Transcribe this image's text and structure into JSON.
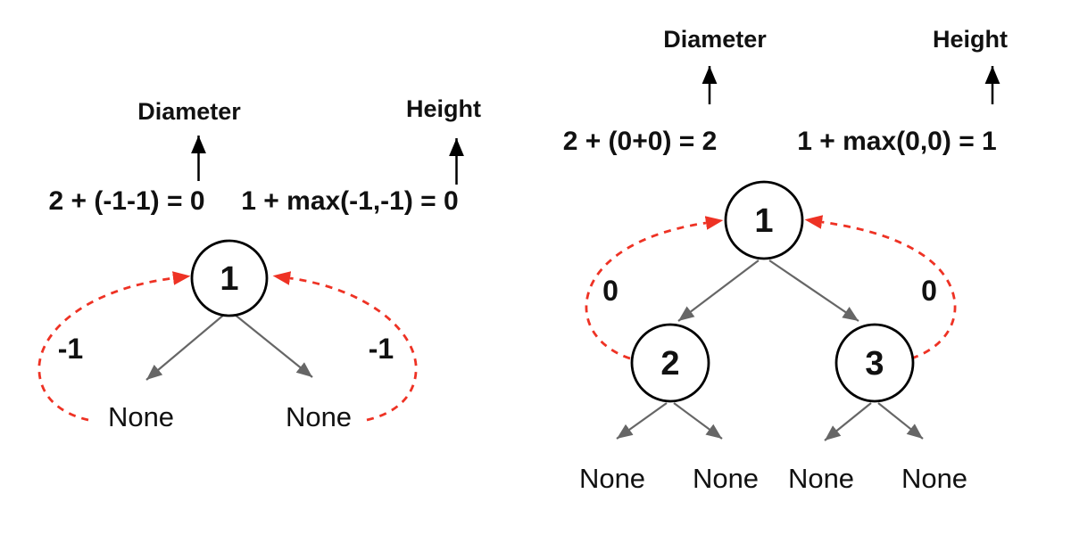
{
  "colors": {
    "formula_blue": "#2222DD",
    "highlight_red": "#EE3224",
    "edge_gray": "#666666",
    "ink_black": "#000000"
  },
  "left_figure": {
    "diameter_label": "Diameter",
    "height_label": "Height",
    "diameter_formula": "2 + (-1-1) = 0",
    "height_formula": "1 + max(-1,-1) = 0",
    "root_value": "1",
    "left_leaf": "None",
    "right_leaf": "None",
    "left_return_value": "-1",
    "right_return_value": "-1"
  },
  "right_figure": {
    "diameter_label": "Diameter",
    "height_label": "Height",
    "diameter_formula": "2 + (0+0) = 2",
    "height_formula": "1 + max(0,0) = 1",
    "root_value": "1",
    "left_child_value": "2",
    "right_child_value": "3",
    "left_return_value": "0",
    "right_return_value": "0",
    "leaves": [
      "None",
      "None",
      "None",
      "None"
    ]
  }
}
